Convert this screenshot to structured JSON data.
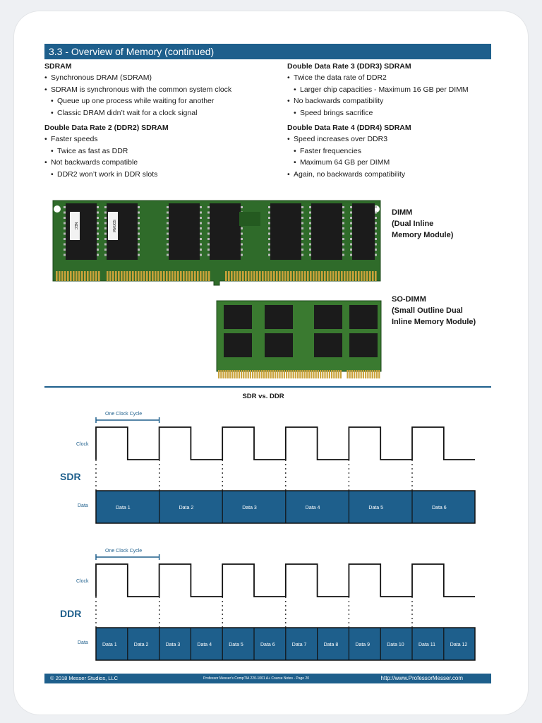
{
  "title": "3.3 - Overview of Memory (continued)",
  "left_column": [
    {
      "heading": "SDRAM",
      "bullets": [
        {
          "text": "Synchronous DRAM (SDRAM)",
          "level": 1
        },
        {
          "text": "SDRAM is synchronous with the common system clock",
          "level": 1
        },
        {
          "text": "Queue up one process while waiting for another",
          "level": 2
        },
        {
          "text": "Classic DRAM didn’t wait for a clock signal",
          "level": 2
        }
      ]
    },
    {
      "heading": "Double Data Rate 2 (DDR2) SDRAM",
      "bullets": [
        {
          "text": "Faster speeds",
          "level": 1
        },
        {
          "text": "Twice as fast as DDR",
          "level": 2
        },
        {
          "text": "Not backwards compatible",
          "level": 1
        },
        {
          "text": "DDR2 won’t work in DDR slots",
          "level": 2
        }
      ]
    }
  ],
  "right_column": [
    {
      "heading": "Double Data Rate 3 (DDR3) SDRAM",
      "bullets": [
        {
          "text": "Twice the data rate of DDR2",
          "level": 1
        },
        {
          "text": "Larger chip capacities - Maximum 16 GB per DIMM",
          "level": 2
        },
        {
          "text": "No backwards compatibility",
          "level": 1
        },
        {
          "text": "Speed brings sacrifice",
          "level": 2
        }
      ]
    },
    {
      "heading": "Double Data Rate 4 (DDR4) SDRAM",
      "bullets": [
        {
          "text": "Speed increases over DDR3",
          "level": 1
        },
        {
          "text": "Faster frequencies",
          "level": 2
        },
        {
          "text": "Maximum 64 GB per DIMM",
          "level": 2
        },
        {
          "text": "Again, no backwards compatibility",
          "level": 1
        }
      ]
    }
  ],
  "images": {
    "dimm_label": [
      "DIMM",
      "(Dual Inline",
      "Memory Module)"
    ],
    "sodimm_label": [
      "SO-DIMM",
      " (Small Outline Dual",
      "Inline Memory Module)"
    ],
    "dimm_chip_text": [
      "NEC",
      "SDRAM"
    ]
  },
  "timing_diagram": {
    "title": "SDR vs. DDR",
    "cycle_label": "One Clock Cycle",
    "clock_label": "Clock",
    "data_label": "Data",
    "sdr": {
      "name": "SDR",
      "data": [
        "Data 1",
        "Data 2",
        "Data 3",
        "Data 4",
        "Data 5",
        "Data 6"
      ]
    },
    "ddr": {
      "name": "DDR",
      "data": [
        "Data 1",
        "Data 2",
        "Data 3",
        "Data 4",
        "Data 5",
        "Data 6",
        "Data 7",
        "Data 8",
        "Data 9",
        "Data 10",
        "Data 11",
        "Data 12"
      ]
    }
  },
  "footer": {
    "left": "© 2018 Messer Studios, LLC",
    "middle": "Professor Messer’s CompTIA 220-1001 A+ Course Notes - Page 20",
    "right": "http://www.ProfessorMesser.com"
  },
  "colors": {
    "brand_blue": "#1e5f8c",
    "pcb_green": "#2f6b2a",
    "chip_black": "#1b1b1b",
    "gold": "#c9a23a"
  }
}
